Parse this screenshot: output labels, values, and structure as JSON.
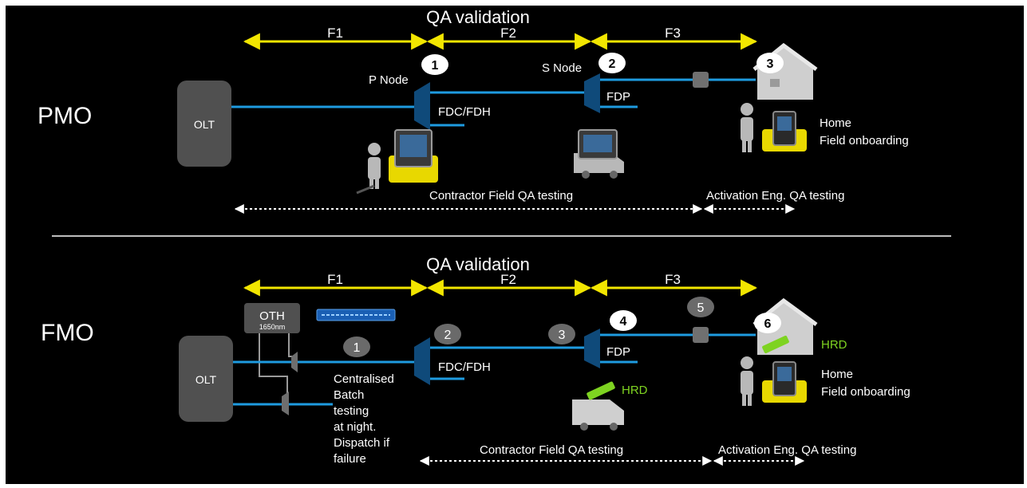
{
  "pmo": {
    "label": "PMO",
    "header": "QA validation",
    "segments": [
      "F1",
      "F2",
      "F3"
    ],
    "olt": "OLT",
    "p_node": "P Node",
    "s_node": "S Node",
    "fdc_fdh": "FDC/FDH",
    "fdp": "FDP",
    "markers": [
      "1",
      "2",
      "3"
    ],
    "home_lines": [
      "Home",
      "Field onboarding"
    ],
    "contractor": "Contractor Field QA testing",
    "activation": "Activation Eng. QA testing"
  },
  "fmo": {
    "label": "FMO",
    "header": "QA validation",
    "segments": [
      "F1",
      "F2",
      "F3"
    ],
    "olt": "OLT",
    "oth": "OTH",
    "oth_sub": "1650nm",
    "fdc_fdh": "FDC/FDH",
    "fdp": "FDP",
    "markers": [
      "1",
      "2",
      "3",
      "4",
      "5",
      "6"
    ],
    "central_lines": [
      "Centralised",
      "Batch",
      "testing",
      "at night.",
      "Dispatch if",
      "failure"
    ],
    "hrd": "HRD",
    "home_lines": [
      "Home",
      "Field onboarding"
    ],
    "contractor": "Contractor Field QA testing",
    "activation": "Activation Eng. QA testing"
  },
  "colors": {
    "background": "#000000",
    "fiber": "#1e9be0",
    "arrow": "#f2e600",
    "node": "#0f4a7a",
    "box": "#505050",
    "hrd": "#7ed321",
    "person": "#b8b8b8",
    "yellow": "#e8d800"
  },
  "icons": [
    "person-icon",
    "test-set-icon",
    "van-icon",
    "house-icon",
    "hrd-device-icon",
    "rack-icon"
  ]
}
